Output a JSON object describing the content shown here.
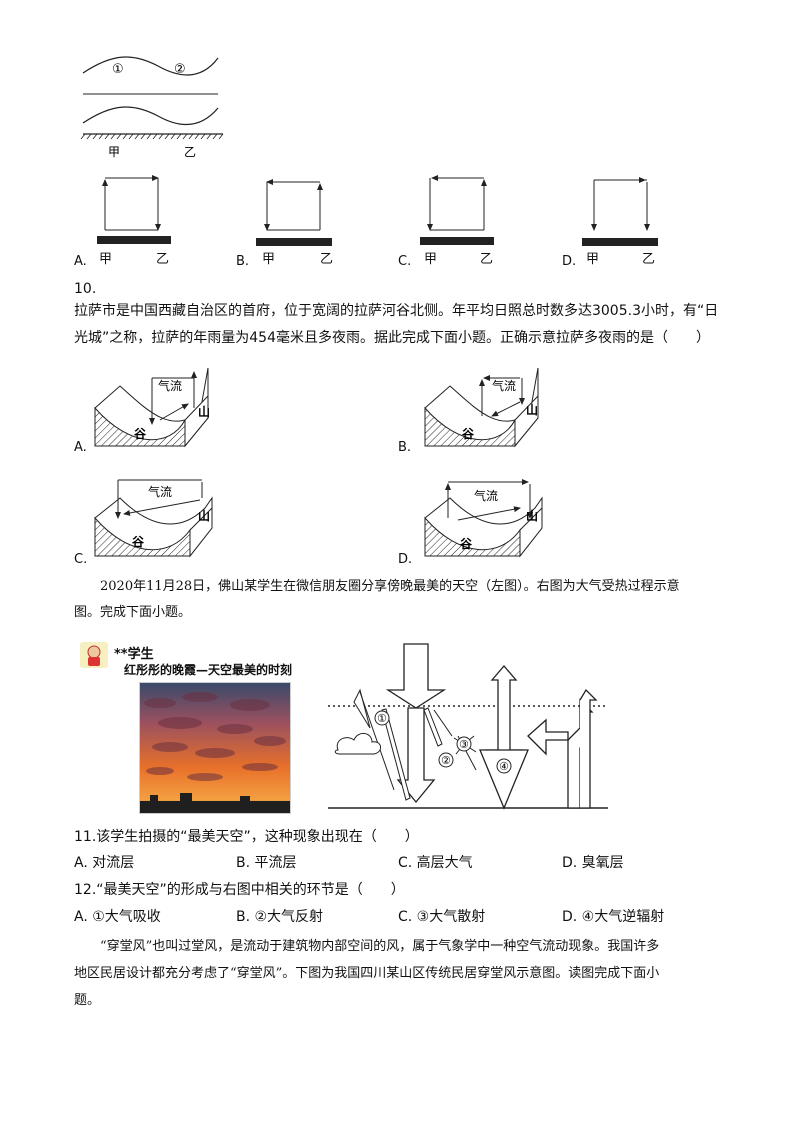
{
  "fig9": {
    "top_labels": [
      "①",
      "②"
    ],
    "ground_labels": [
      "甲",
      "乙"
    ]
  },
  "q9_options": [
    {
      "letter": "A.",
      "left": "甲",
      "right": "乙"
    },
    {
      "letter": "B.",
      "left": "甲",
      "right": "乙"
    },
    {
      "letter": "C.",
      "left": "甲",
      "right": "乙"
    },
    {
      "letter": "D.",
      "left": "甲",
      "right": "乙"
    }
  ],
  "q10": {
    "number": "10.",
    "stem_line1": "拉萨市是中国西藏自治区的首府，位于宽阔的拉萨河谷北侧。年平均日照总时数多达3005.3小时，有“日",
    "stem_line2": "光城”之称，拉萨的年雨量为454毫米且多夜雨。据此完成下面小题。正确示意拉萨多夜雨的是（　　）",
    "options": [
      {
        "letter": "A.",
        "airflow": "气流",
        "valley": "谷",
        "mountain": "山"
      },
      {
        "letter": "B.",
        "airflow": "气流",
        "valley": "谷",
        "mountain": "山"
      },
      {
        "letter": "C.",
        "airflow": "气流",
        "valley": "谷",
        "mountain": "山"
      },
      {
        "letter": "D.",
        "airflow": "气流",
        "valley": "谷",
        "mountain": "山"
      }
    ]
  },
  "intro_11": {
    "line1": "2020年11月28日，佛山某学生在微信朋友圈分享傍晚最美的天空（左图）。右图为大气受热过程示意",
    "line2": "图。完成下面小题。"
  },
  "post": {
    "user": "**学生",
    "caption": "红彤彤的晚霞—天空最美的时刻"
  },
  "heat_diagram": {
    "labels": [
      "①",
      "②",
      "③",
      "④"
    ]
  },
  "q11": {
    "stem": "11.该学生拍摄的“最美天空”，这种现象出现在（　　）",
    "options": [
      "A. 对流层",
      "B. 平流层",
      "C. 高层大气",
      "D. 臭氧层"
    ]
  },
  "q12": {
    "stem": "12.“最美天空”的形成与右图中相关的环节是（　　）",
    "options": [
      "A. ①大气吸收",
      "B. ②大气反射",
      "C. ③大气散射",
      "D. ④大气逆辐射"
    ]
  },
  "intro_13": {
    "line1": "“穿堂风”也叫过堂风，是流动于建筑物内部空间的风，属于气象学中一种空气流动现象。我国许多",
    "line2": "地区民居设计都充分考虑了“穿堂风”。下图为我国四川某山区传统民居穿堂风示意图。读图完成下面小",
    "line3": "题。"
  },
  "colors": {
    "text": "#111111",
    "line": "#222222",
    "sky_top": "#3a4a6a",
    "sky_glow": "#e8702a"
  }
}
